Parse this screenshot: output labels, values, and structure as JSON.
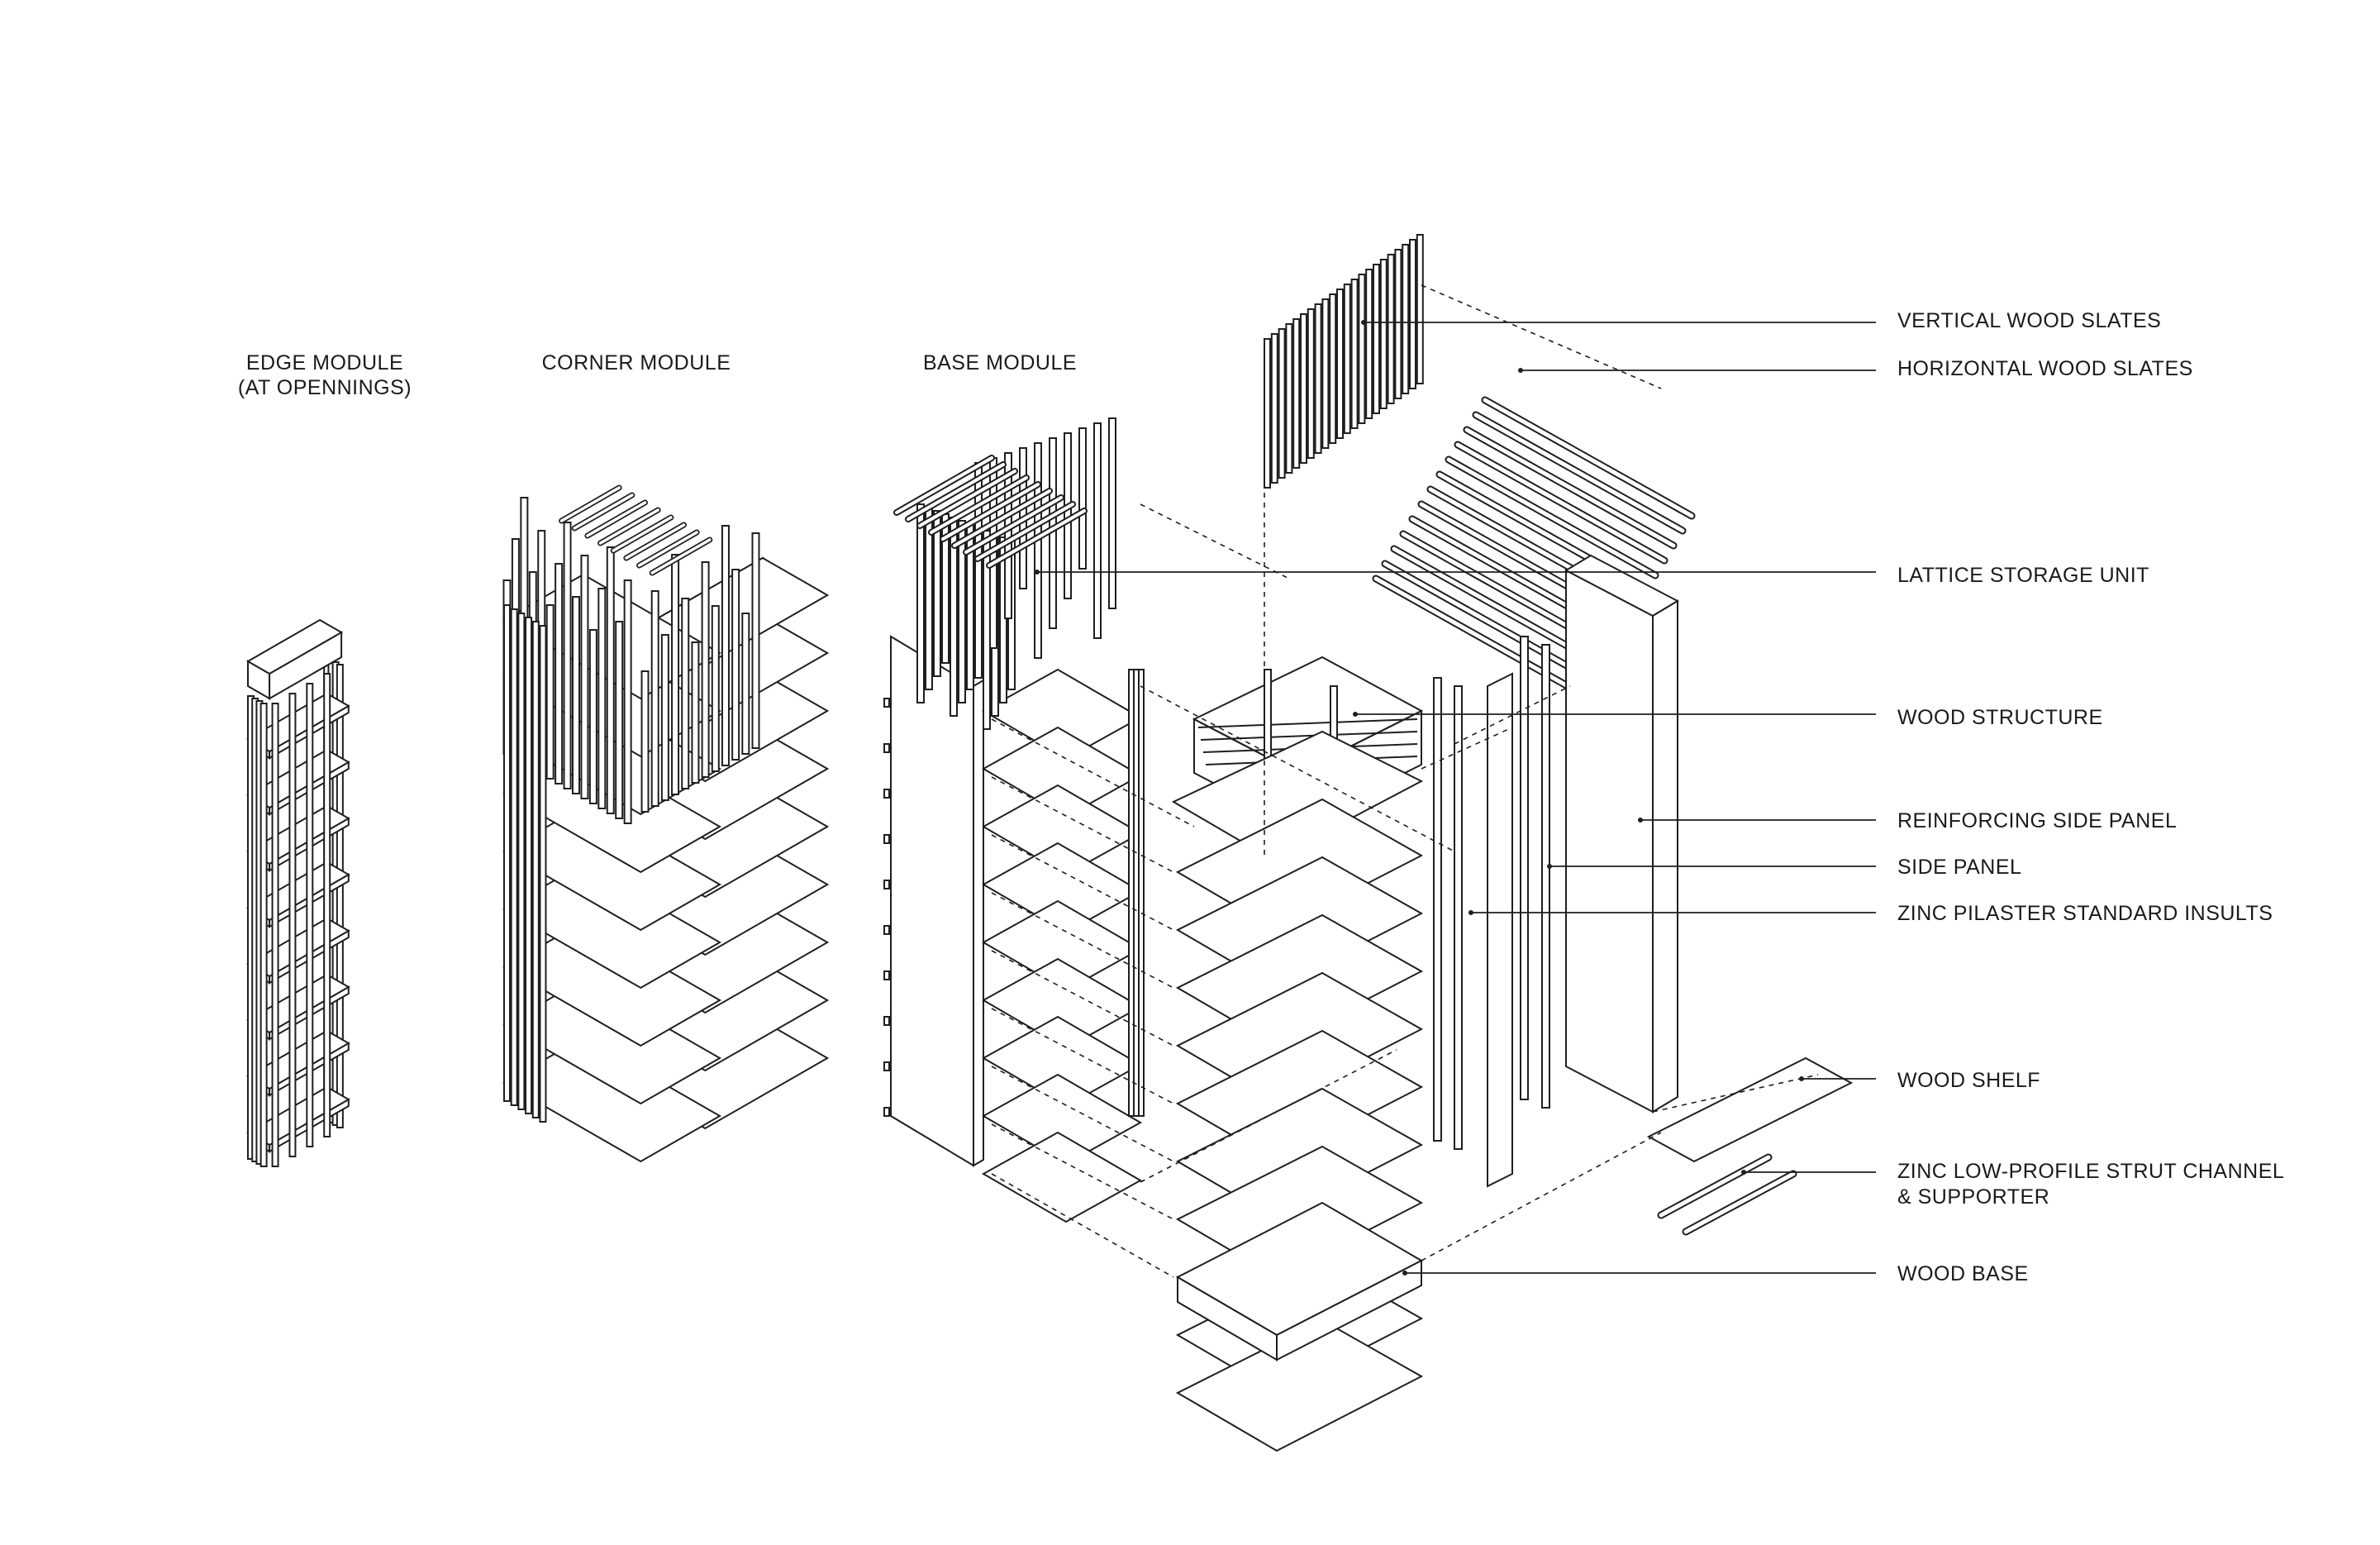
{
  "modules": {
    "edge": {
      "line1": "EDGE MODULE",
      "line2": "(AT OPENNINGS)"
    },
    "corner": {
      "title": "CORNER MODULE"
    },
    "base": {
      "title": "BASE MODULE"
    }
  },
  "callouts": [
    {
      "id": "vertical-wood-slates",
      "line1": "VERTICAL WOOD SLATES"
    },
    {
      "id": "horizontal-wood-slates",
      "line1": "HORIZONTAL WOOD SLATES"
    },
    {
      "id": "lattice-storage-unit",
      "line1": "LATTICE STORAGE UNIT"
    },
    {
      "id": "wood-structure",
      "line1": "WOOD STRUCTURE"
    },
    {
      "id": "reinforcing-side-panel",
      "line1": "REINFORCING SIDE PANEL"
    },
    {
      "id": "side-panel",
      "line1": "SIDE PANEL"
    },
    {
      "id": "zinc-pilaster",
      "line1": "ZINC PILASTER STANDARD INSULTS"
    },
    {
      "id": "wood-shelf",
      "line1": "WOOD SHELF"
    },
    {
      "id": "zinc-strut",
      "line1": "ZINC LOW-PROFILE STRUT CHANNEL",
      "line2": "& SUPPORTER"
    },
    {
      "id": "wood-base",
      "line1": "WOOD BASE"
    }
  ],
  "colors": {
    "line": "#1f1f1f",
    "background": "#ffffff"
  }
}
